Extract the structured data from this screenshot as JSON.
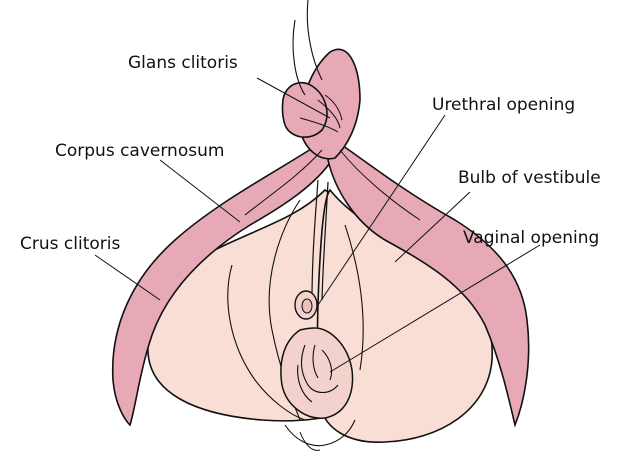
{
  "labels": {
    "glans": "Glans clitoris",
    "corpus": "Corpus cavernosum",
    "crus": "Crus clitoris",
    "urethral": "Urethral opening",
    "bulb": "Bulb of vestibule",
    "vaginal": "Vaginal opening"
  },
  "colors": {
    "erectile_tissue": "#e8a9b6",
    "bulb_tissue": "#f8ded5",
    "outline": "#111111",
    "background": "#ffffff"
  }
}
